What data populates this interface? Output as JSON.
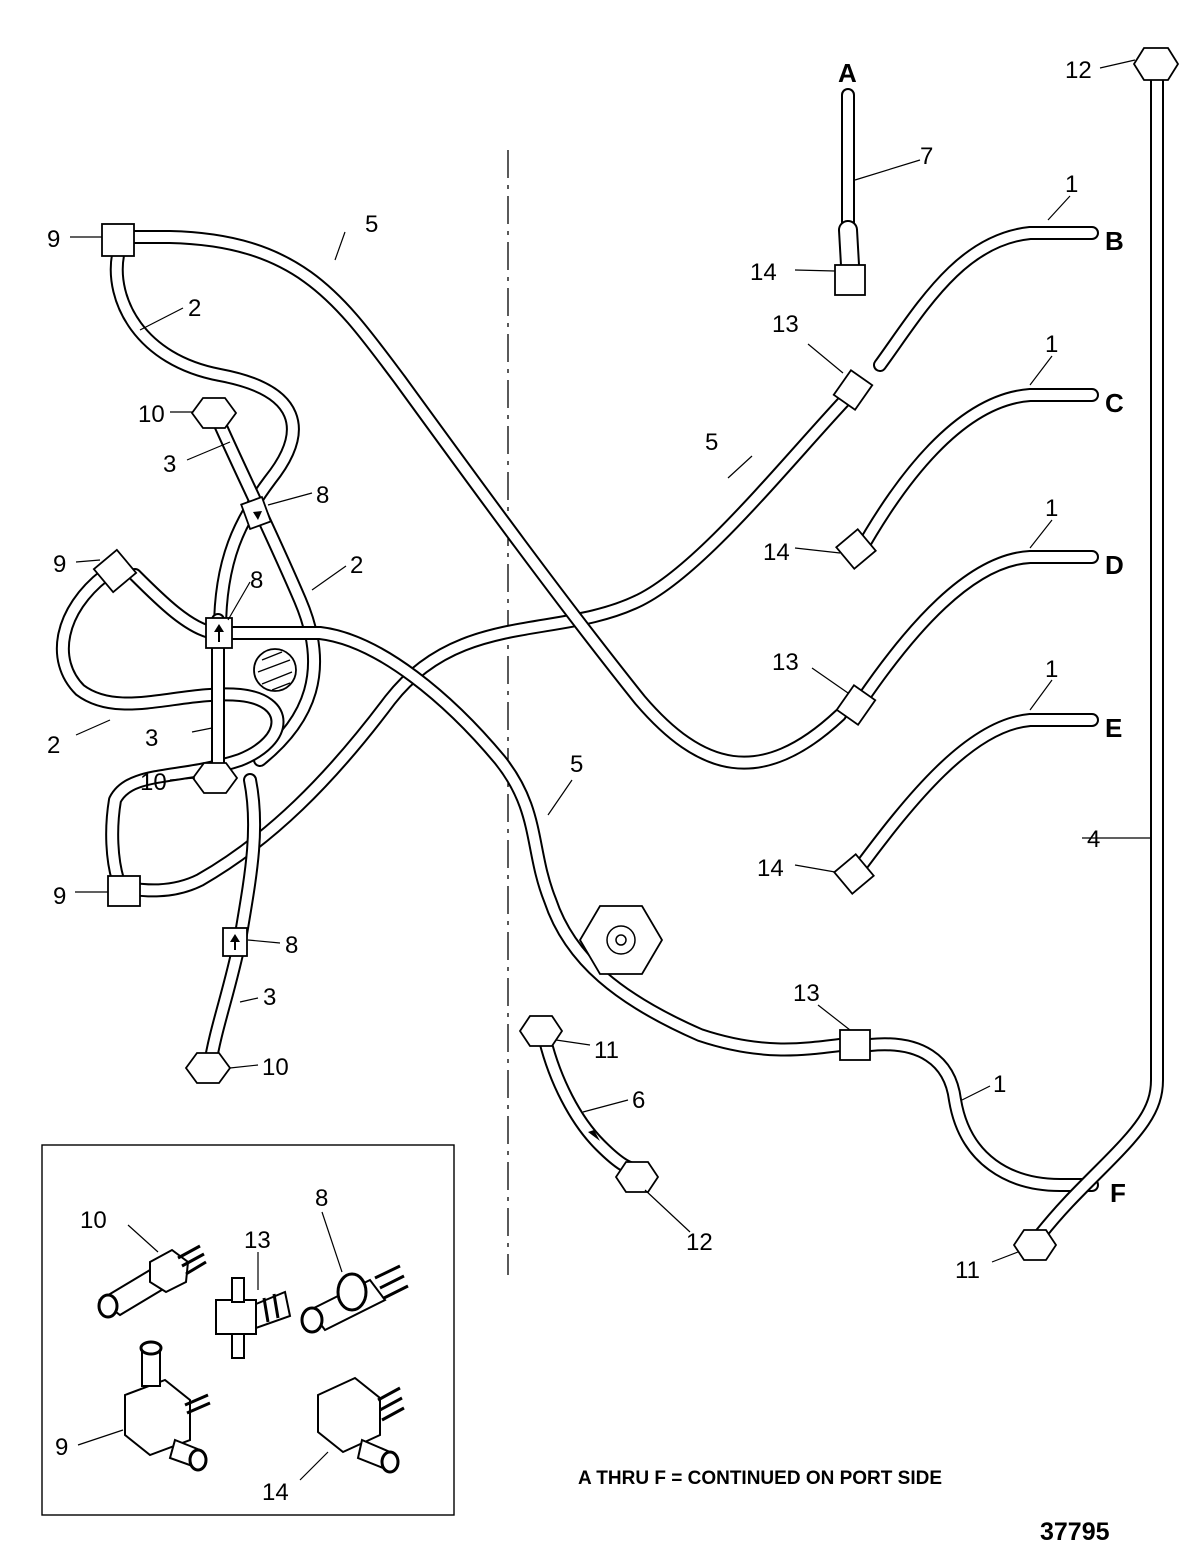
{
  "letters": {
    "A": "A",
    "B": "B",
    "C": "C",
    "D": "D",
    "E": "E",
    "F": "F"
  },
  "callouts": {
    "n1": "1",
    "n2": "2",
    "n3": "3",
    "n4": "4",
    "n5": "5",
    "n6": "6",
    "n7": "7",
    "n8": "8",
    "n9": "9",
    "n10": "10",
    "n11": "11",
    "n12": "12",
    "n13": "13",
    "n14": "14"
  },
  "note": "A THRU F = CONTINUED ON PORT SIDE",
  "figure_number": "37795"
}
